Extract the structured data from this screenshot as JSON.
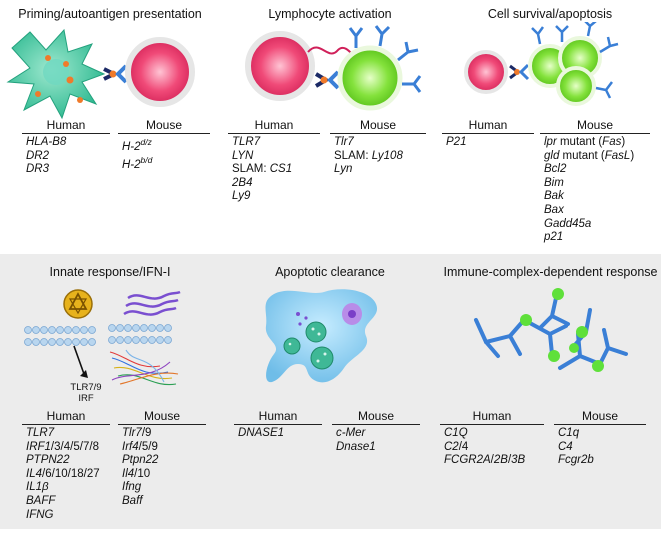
{
  "colors": {
    "band": "#ececec",
    "dendritic": "#3ec7a0",
    "tcell": "#f04a78",
    "bcell": "#7ee03e",
    "antibody": "#3a7fd6",
    "apoptotic": "#3fb896",
    "macrophage": "#7cc5ec",
    "virus": "#e7b21c",
    "ifn": "#7a4fd0"
  },
  "panels": [
    {
      "title": "Priming/autoantigen presentation",
      "cols": [
        {
          "header": "Human",
          "genes": [
            [
              "HLA-B8"
            ],
            [
              "DR2"
            ],
            [
              "DR3"
            ]
          ]
        },
        {
          "header": "Mouse",
          "genes": [
            [
              "H-2",
              "d/z"
            ],
            [
              "H-2",
              "b/d"
            ]
          ]
        }
      ]
    },
    {
      "title": "Lymphocyte activation",
      "cols": [
        {
          "header": "Human",
          "genes": [
            [
              "TLR7"
            ],
            [
              "LYN"
            ],
            [
              "SLAM: ",
              "CS1"
            ],
            [
              "2B4"
            ],
            [
              "Ly9"
            ]
          ]
        },
        {
          "header": "Mouse",
          "genes": [
            [
              "Tlr7"
            ],
            [
              "SLAM: ",
              "Ly108"
            ],
            [
              "Lyn"
            ]
          ]
        }
      ]
    },
    {
      "title": "Cell survival/apoptosis",
      "cols": [
        {
          "header": "Human",
          "genes": [
            [
              "P21"
            ]
          ]
        },
        {
          "header": "Mouse",
          "genes": [
            [
              "lpr",
              " mutant (",
              "Fas",
              ")"
            ],
            [
              "gld",
              " mutant (",
              "FasL",
              ")"
            ],
            [
              "Bcl2"
            ],
            [
              "Bim"
            ],
            [
              "Bak"
            ],
            [
              "Bax"
            ],
            [
              "Gadd45a"
            ],
            [
              "p21"
            ]
          ]
        }
      ]
    },
    {
      "title": "Innate response/IFN-I",
      "label": [
        "TLR7/9",
        "IRF"
      ],
      "cols": [
        {
          "header": "Human",
          "genes": [
            [
              "TLR7"
            ],
            [
              "IRF1",
              "/",
              "3",
              "/",
              "4",
              "/",
              "5",
              "/",
              "7",
              "/",
              "8"
            ],
            [
              "PTPN22"
            ],
            [
              "IL4",
              "/",
              "6",
              "/",
              "10",
              "/",
              "18",
              "/",
              "27"
            ],
            [
              "IL1β"
            ],
            [
              "BAFF"
            ],
            [
              "IFNG"
            ]
          ]
        },
        {
          "header": "Mouse",
          "genes": [
            [
              "Tlr7",
              "/",
              "9"
            ],
            [
              "Irf4",
              "/",
              "5",
              "/",
              "9"
            ],
            [
              "Ptpn22"
            ],
            [
              "Il4",
              "/",
              "10"
            ],
            [
              "Ifng"
            ],
            [
              "Baff"
            ]
          ]
        }
      ]
    },
    {
      "title": "Apoptotic clearance",
      "cols": [
        {
          "header": "Human",
          "genes": [
            [
              "DNASE1"
            ]
          ]
        },
        {
          "header": "Mouse",
          "genes": [
            [
              "c-Mer"
            ],
            [
              "Dnase1"
            ]
          ]
        }
      ]
    },
    {
      "title": "Immune-complex-dependent response",
      "cols": [
        {
          "header": "Human",
          "genes": [
            [
              "C1Q"
            ],
            [
              "C2",
              "/",
              "4"
            ],
            [
              "FCGR2A",
              "/",
              "2B",
              "/",
              "3B"
            ]
          ]
        },
        {
          "header": "Mouse",
          "genes": [
            [
              "C1q"
            ],
            [
              "C4"
            ],
            [
              "Fcgr2b"
            ]
          ]
        }
      ]
    }
  ]
}
